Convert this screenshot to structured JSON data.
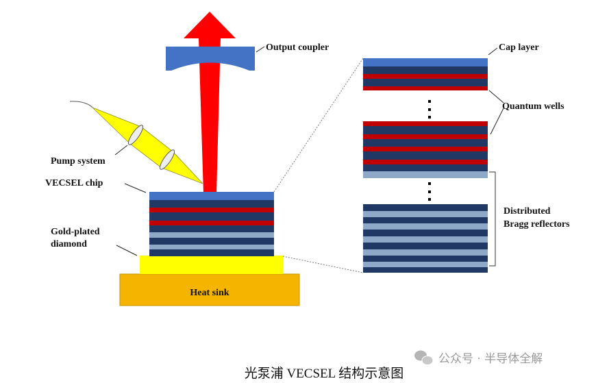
{
  "labels": {
    "output_coupler": "Output coupler",
    "pump_system": "Pump  system",
    "vecsel_chip": "VECSEL chip",
    "gold_plated_1": "Gold-plated",
    "gold_plated_2": "diamond",
    "heat_sink": "Heat sink",
    "cap_layer": "Cap layer",
    "quantum_wells": "Quantum wells",
    "dbr_1": "Distributed",
    "dbr_2": "Bragg reflectors"
  },
  "caption": "光泵浦 VECSEL 结构示意图",
  "watermark": "公众号 · 半导体全解",
  "colors": {
    "cap": "#4472c4",
    "dark": "#1f3864",
    "red": "#c00000",
    "light": "#8ea9c8",
    "beam": "#ff0000",
    "pump": "#ffff00",
    "diamond": "#ffff00",
    "heatsink": "#f5b400"
  }
}
